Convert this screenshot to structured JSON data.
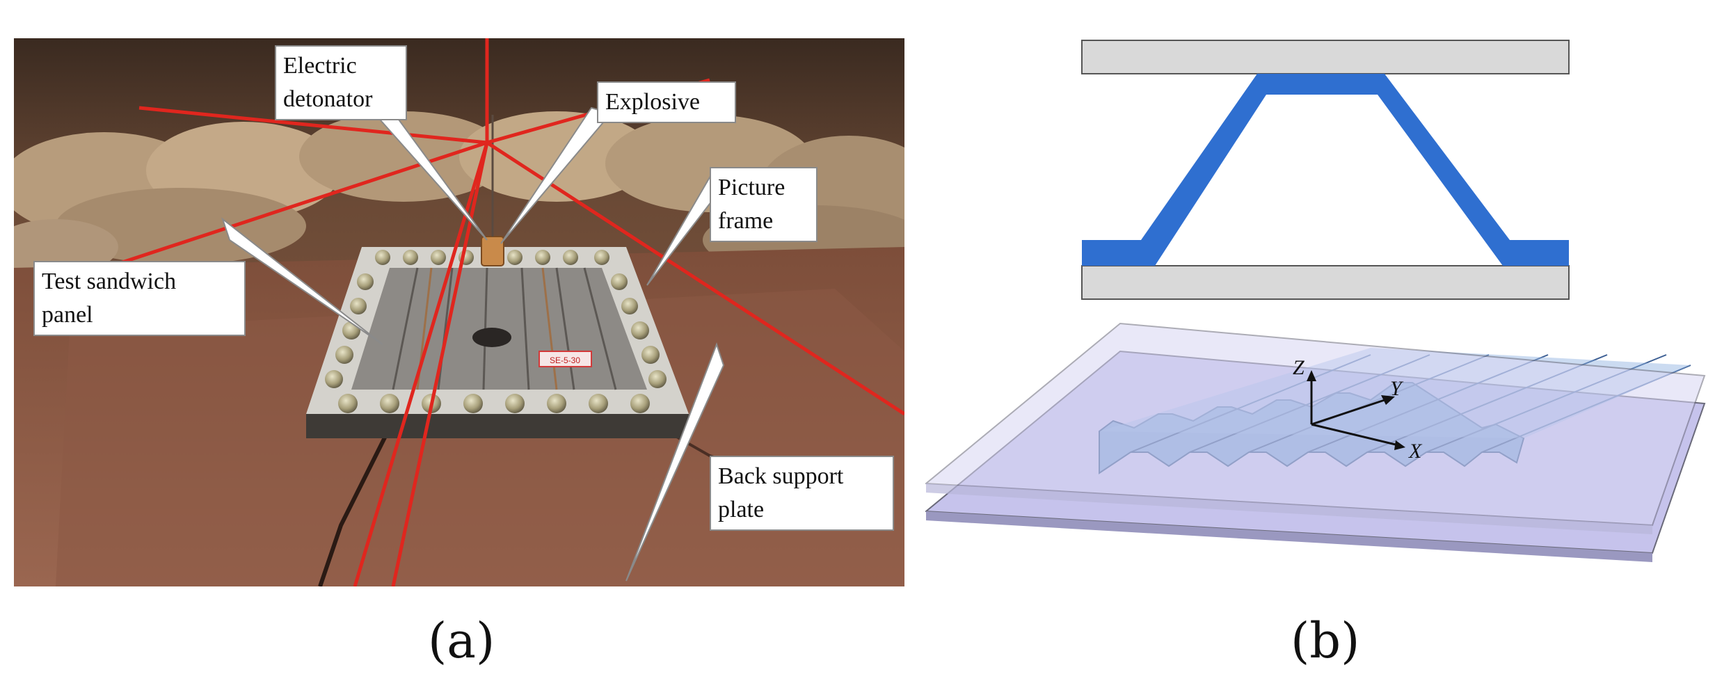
{
  "figure": {
    "panel_a": {
      "caption": "(a)",
      "callouts": {
        "detonator": [
          "Electric",
          "detonator"
        ],
        "explosive": "Explosive",
        "frame": [
          "Picture",
          "frame"
        ],
        "panel": [
          "Test sandwich",
          "panel"
        ],
        "support": [
          "Back support",
          "plate"
        ]
      },
      "specimen_tag": "SE-5-30"
    },
    "panel_b": {
      "caption": "(b)",
      "axes": {
        "z": "Z",
        "y": "Y",
        "x": "X"
      },
      "colors": {
        "core": "#2f6fd0",
        "face_sheet": "#d9d9d9",
        "plate": "#b8b5e6",
        "corrugation": "#7ea2d6"
      }
    }
  }
}
